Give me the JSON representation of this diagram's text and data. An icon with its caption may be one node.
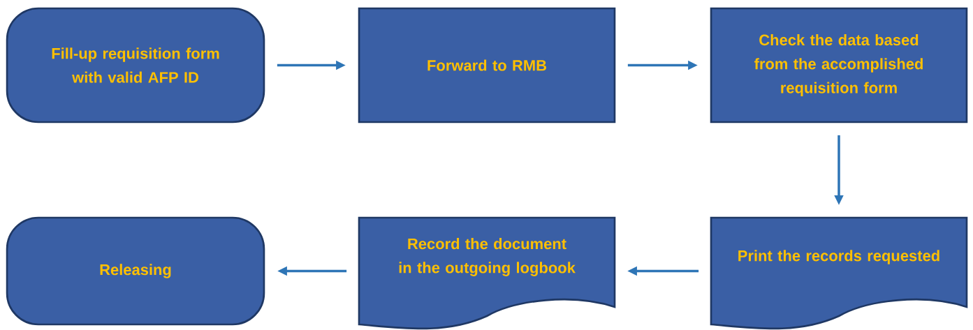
{
  "diagram": {
    "nodes": [
      {
        "text": [
          "Fill-up requisition form with valid AFP ID"
        ]
      },
      {
        "text": [
          "Forward to RMB"
        ]
      },
      {
        "text": [
          "Check the data based from the accomplished requisition form"
        ]
      },
      {
        "text": [
          "Print the records requested"
        ]
      },
      {
        "text": [
          "Record the document in the outgoing logbook"
        ]
      },
      {
        "text": [
          "Releasing"
        ]
      }
    ],
    "edges": [
      {
        "from": 0,
        "to": 1,
        "arrow": "to"
      },
      {
        "from": 1,
        "to": 2,
        "arrow": "to"
      },
      {
        "from": 2,
        "to": 3,
        "arrow": "to"
      },
      {
        "from": 3,
        "to": 4,
        "arrow": "to"
      },
      {
        "from": 4,
        "to": 5,
        "arrow": "to"
      }
    ]
  }
}
